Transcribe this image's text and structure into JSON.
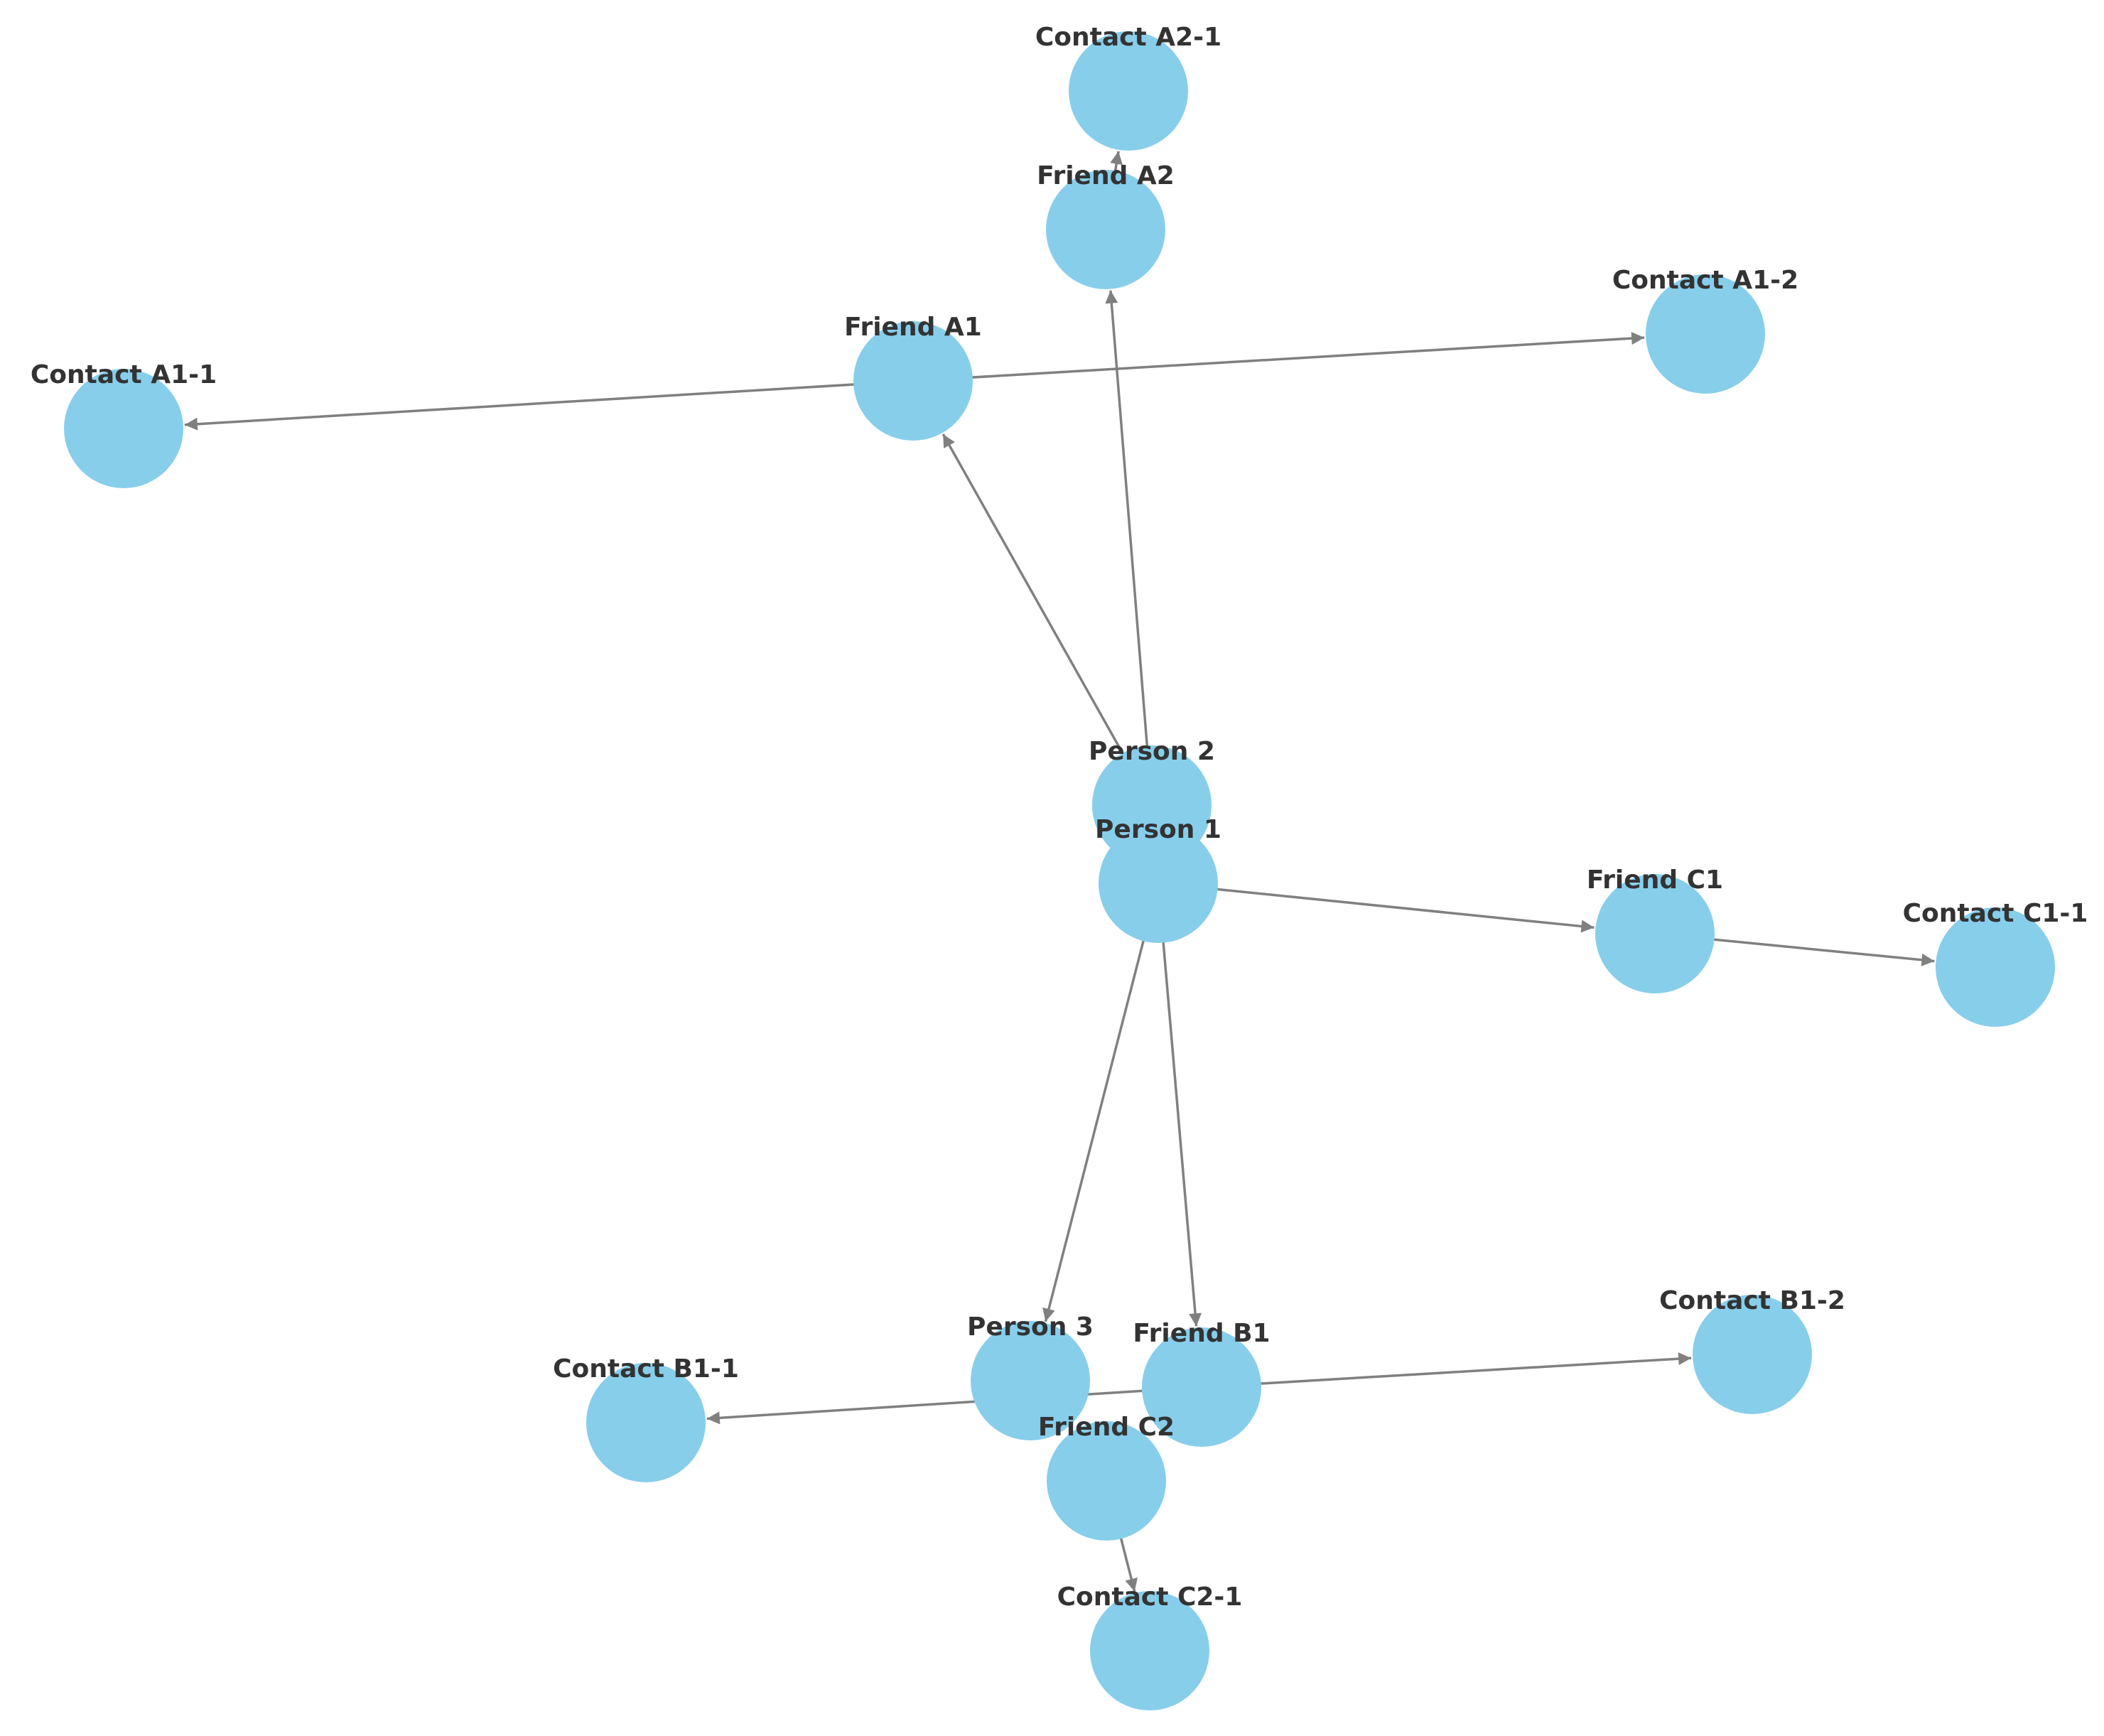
{
  "colors": {
    "node_fill": "#87ceeb",
    "edge": "#808080",
    "label": "#333333",
    "background": "#ffffff"
  },
  "nodes": [
    {
      "id": "person1",
      "label": "Person 1"
    },
    {
      "id": "person2",
      "label": "Person 2"
    },
    {
      "id": "person3",
      "label": "Person 3"
    },
    {
      "id": "friendA1",
      "label": "Friend A1"
    },
    {
      "id": "friendA2",
      "label": "Friend A2"
    },
    {
      "id": "friendB1",
      "label": "Friend B1"
    },
    {
      "id": "friendC1",
      "label": "Friend C1"
    },
    {
      "id": "friendC2",
      "label": "Friend C2"
    },
    {
      "id": "contactA11",
      "label": "Contact A1-1"
    },
    {
      "id": "contactA12",
      "label": "Contact A1-2"
    },
    {
      "id": "contactA21",
      "label": "Contact A2-1"
    },
    {
      "id": "contactB11",
      "label": "Contact B1-1"
    },
    {
      "id": "contactB12",
      "label": "Contact B1-2"
    },
    {
      "id": "contactC11",
      "label": "Contact C1-1"
    },
    {
      "id": "contactC21",
      "label": "Contact C2-1"
    }
  ],
  "edges": [
    {
      "from": "person2",
      "to": "friendA1"
    },
    {
      "from": "person2",
      "to": "friendA2"
    },
    {
      "from": "friendA2",
      "to": "contactA21"
    },
    {
      "from": "friendA1",
      "to": "contactA11"
    },
    {
      "from": "friendA1",
      "to": "contactA12"
    },
    {
      "from": "person1",
      "to": "friendC1"
    },
    {
      "from": "friendC1",
      "to": "contactC11"
    },
    {
      "from": "person1",
      "to": "person3"
    },
    {
      "from": "person1",
      "to": "friendB1"
    },
    {
      "from": "friendB1",
      "to": "contactB11"
    },
    {
      "from": "friendB1",
      "to": "contactB12"
    },
    {
      "from": "friendC2",
      "to": "contactC21"
    }
  ]
}
